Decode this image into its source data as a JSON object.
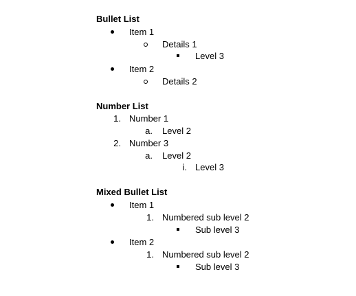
{
  "sections": [
    {
      "heading": "Bullet List",
      "items": [
        {
          "marker_type": "disc",
          "marker": "",
          "text": "Item 1",
          "level": 1
        },
        {
          "marker_type": "circle",
          "marker": "",
          "text": "Details 1",
          "level": 2
        },
        {
          "marker_type": "square",
          "marker": "",
          "text": "Level 3",
          "level": 3
        },
        {
          "marker_type": "disc",
          "marker": "",
          "text": "Item 2",
          "level": 1
        },
        {
          "marker_type": "circle",
          "marker": "",
          "text": "Details 2",
          "level": 2
        }
      ]
    },
    {
      "heading": "Number List",
      "items": [
        {
          "marker_type": "text",
          "marker": "1.",
          "text": "Number 1",
          "level": 1
        },
        {
          "marker_type": "text",
          "marker": "a.",
          "text": "Level 2",
          "level": 2
        },
        {
          "marker_type": "text",
          "marker": "2.",
          "text": "Number 3",
          "level": 1
        },
        {
          "marker_type": "text",
          "marker": "a.",
          "text": "Level 2",
          "level": 2
        },
        {
          "marker_type": "text",
          "marker": "i.",
          "text": "Level 3",
          "level": 3
        }
      ]
    },
    {
      "heading": "Mixed Bullet List",
      "items": [
        {
          "marker_type": "disc",
          "marker": "",
          "text": "Item 1",
          "level": 1
        },
        {
          "marker_type": "text",
          "marker": "1.",
          "text": "Numbered sub level 2",
          "level": 2
        },
        {
          "marker_type": "square",
          "marker": "",
          "text": "Sub level 3",
          "level": 3
        },
        {
          "marker_type": "disc",
          "marker": "",
          "text": "Item 2",
          "level": 1
        },
        {
          "marker_type": "text",
          "marker": "1.",
          "text": "Numbered sub level 2",
          "level": 2
        },
        {
          "marker_type": "square",
          "marker": "",
          "text": "Sub level 3",
          "level": 3
        }
      ]
    }
  ]
}
